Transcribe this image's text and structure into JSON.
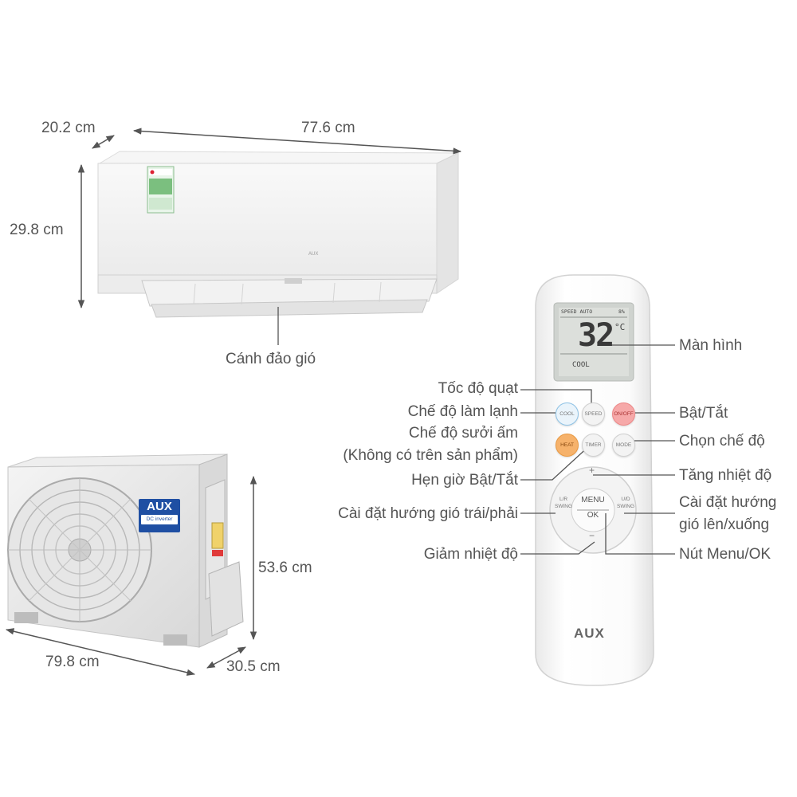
{
  "dimensions": {
    "indoor_depth": "20.2 cm",
    "indoor_width": "77.6 cm",
    "indoor_height": "29.8 cm",
    "outdoor_height": "53.6 cm",
    "outdoor_width": "79.8 cm",
    "outdoor_depth": "30.5 cm"
  },
  "indoor": {
    "louver_label": "Cánh đảo gió",
    "logo": "AUX"
  },
  "outdoor": {
    "brand": "AUX",
    "badge": "DC inverter"
  },
  "remote": {
    "brand": "AUX",
    "lcd": {
      "top_left": "SPEED AUTO",
      "top_right": "8%",
      "temp": "32",
      "unit": "°C",
      "mode": "COOL"
    },
    "buttons": {
      "cool": "COOL",
      "speed": "SPEED",
      "onoff": "ON/OFF",
      "heat": "HEAT",
      "timer": "TIMER",
      "mode": "MODE",
      "menu": "MENU",
      "ok": "OK",
      "lr": "L/R",
      "swing_left": "SWING",
      "ud": "U/D",
      "swing_right": "SWING",
      "plus": "+",
      "minus": "−"
    }
  },
  "callouts": {
    "screen": "Màn hình",
    "fan_speed": "Tốc độ quạt",
    "cool_mode": "Chế độ làm lạnh",
    "on_off": "Bật/Tắt",
    "heat_mode": "Chế độ sưởi ấm",
    "heat_note": "(Không có trên sản phẩm)",
    "mode_select": "Chọn chế độ",
    "timer": "Hẹn giờ Bật/Tắt",
    "temp_up": "Tăng nhiệt độ",
    "swing_lr": "Cài đặt hướng gió trái/phải",
    "swing_ud_1": "Cài đặt hướng",
    "swing_ud_2": "gió lên/xuống",
    "temp_down": "Giảm nhiệt độ",
    "menu_ok": "Nút Menu/OK"
  }
}
